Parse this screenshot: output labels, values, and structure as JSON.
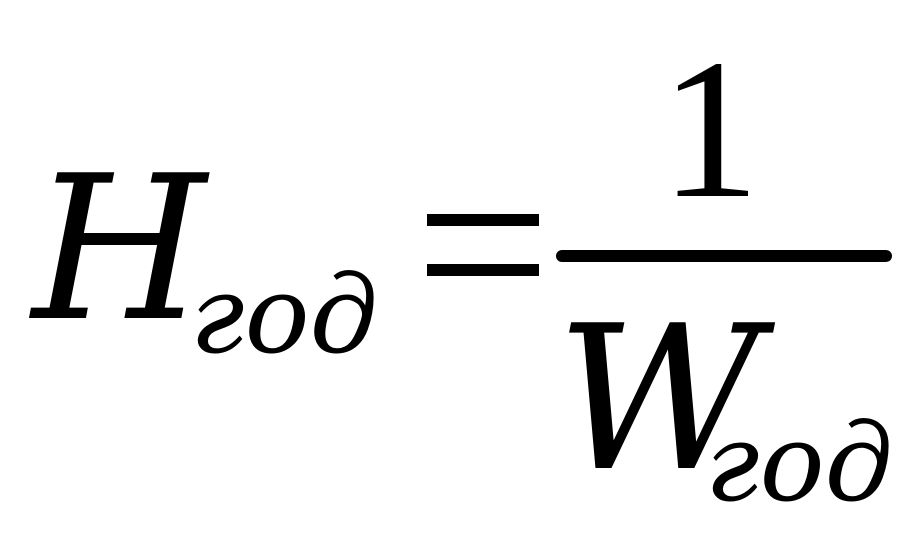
{
  "formula": {
    "lhs_variable": "H",
    "lhs_subscript": "год",
    "operator": "=",
    "numerator": "1",
    "denominator_variable": "W",
    "denominator_subscript": "год"
  }
}
